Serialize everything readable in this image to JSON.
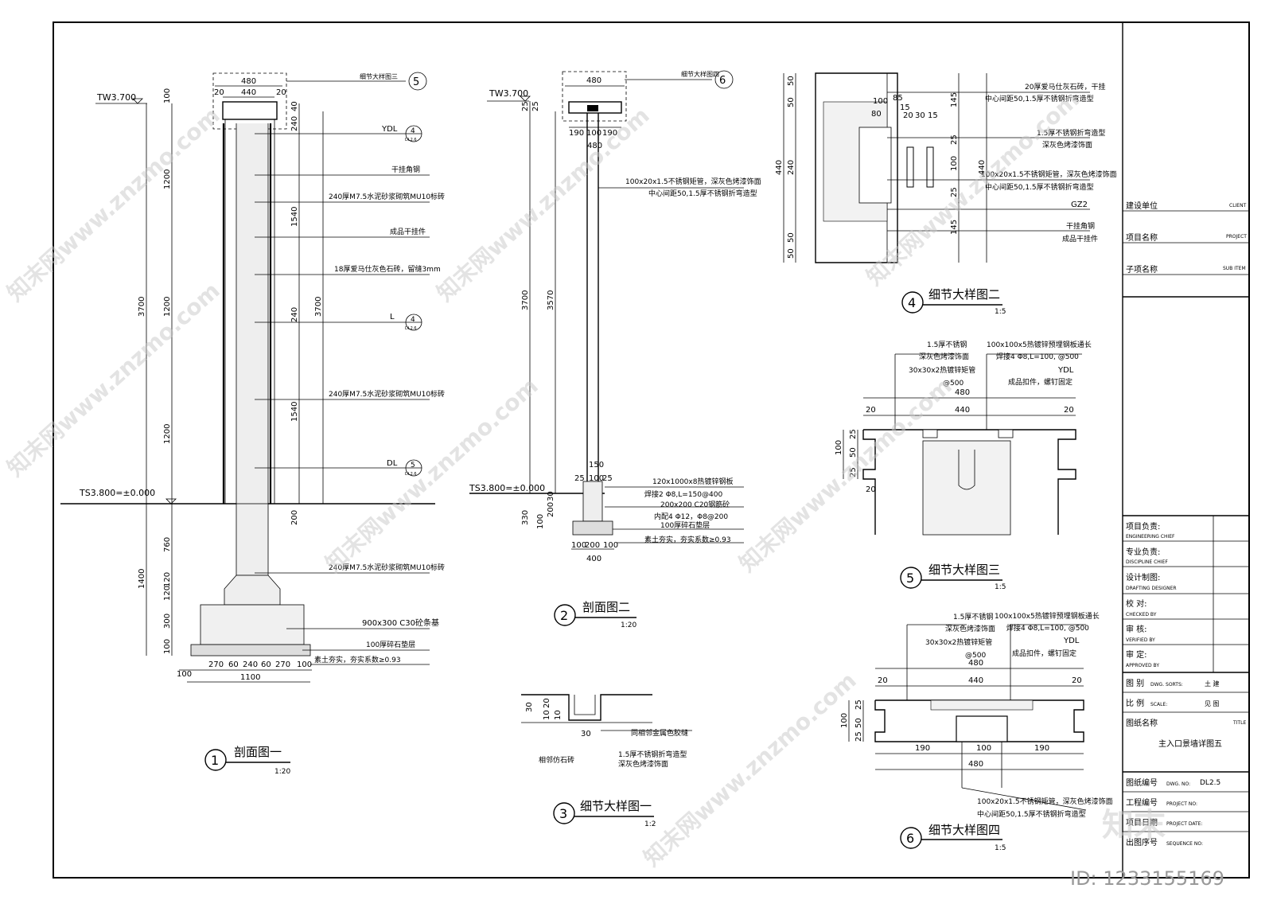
{
  "drawing": {
    "sec1": {
      "title": "剖面图一",
      "num": "1",
      "scale": "1:20",
      "elev_top": "TW3.700",
      "elev_base": "TS3.800=±0.000",
      "callout_detail": "细节大样图三",
      "callout_detail_num": "5",
      "top_dims": [
        "480",
        "440",
        "20",
        "20"
      ],
      "left_dims": [
        "100",
        "1200",
        "1200",
        "1200",
        "760",
        "120",
        "120",
        "300",
        "100"
      ],
      "overall_left": [
        "3700",
        "1400"
      ],
      "right_dims": [
        "40",
        "240",
        "1540",
        "240",
        "1540",
        "200",
        "3700"
      ],
      "bottom_dims": [
        "100",
        "270",
        "60",
        "240",
        "60",
        "270",
        "100"
      ],
      "bottom_total": "1100",
      "labels": [
        "YDL",
        "干挂角钢",
        "240厚M7.5水泥砂浆砌筑MU10标砖",
        "成品干挂件",
        "18厚爱马仕灰色石砖，留缝3mm",
        "L",
        "240厚M7.5水泥砂浆砌筑MU10标砖",
        "DL",
        "240厚M7.5水泥砂浆砌筑MU10标砖",
        "900x300  C30砼条基",
        "100厚碎石垫层",
        "素土夯实，夯实系数≥0.93"
      ],
      "tags": [
        {
          "num": "4",
          "sheet": "DL2.6"
        },
        {
          "num": "4",
          "sheet": "DL2.6"
        },
        {
          "num": "5",
          "sheet": "DL2.6"
        }
      ]
    },
    "sec2": {
      "title": "剖面图二",
      "num": "2",
      "scale": "1:20",
      "elev_top": "TW3.700",
      "elev_base": "TS3.800=±0.000",
      "callout_detail": "细节大样图四",
      "callout_detail_num": "6",
      "top_dims": [
        "480",
        "190",
        "100",
        "190",
        "480"
      ],
      "left_dims": [
        "25",
        "25",
        "3700",
        "3570",
        "330",
        "100",
        "200",
        "30"
      ],
      "small_dims": [
        "150",
        "25",
        "100",
        "25"
      ],
      "bottom_dims": [
        "100",
        "200",
        "100"
      ],
      "bottom_total": "400",
      "labels": [
        "100x20x1.5不锈钢矩管，深灰色烤漆饰面",
        "中心间距50,1.5厚不锈钢折弯造型",
        "120x1000x8热镀锌钢板",
        "焊接2 Φ8,L=150@400",
        "200x200  C20钢筋砼",
        "内配4 Φ12，Φ8@200",
        "100厚碎石垫层",
        "素土夯实，夯实系数≥0.93"
      ]
    },
    "det1": {
      "title": "细节大样图一",
      "num": "3",
      "scale": "1:2",
      "dims": [
        "30",
        "20",
        "10",
        "10",
        "30"
      ],
      "labels": [
        "同相邻金属色胶缝",
        "相邻仿石砖",
        "1.5厚不锈钢折弯造型",
        "深灰色烤漆饰面"
      ]
    },
    "det2": {
      "title": "细节大样图二",
      "num": "4",
      "scale": "1:5",
      "left_dims": [
        "50",
        "50",
        "240",
        "50",
        "50",
        "440"
      ],
      "top_dims": [
        "100",
        "85",
        "15",
        "80",
        "20",
        "30",
        "15"
      ],
      "right_dims": [
        "145",
        "25",
        "100",
        "25",
        "145",
        "440"
      ],
      "labels": [
        "20厚爱马仕灰石砖，干挂",
        "中心间距50,1.5厚不锈钢折弯造型",
        "1.5厚不锈钢折弯造型",
        "深灰色烤漆饰面",
        "100x20x1.5不锈钢矩管，深灰色烤漆饰面",
        "中心间距50,1.5厚不锈钢折弯造型",
        "GZ2",
        "干挂角钢",
        "成品干挂件"
      ]
    },
    "det3": {
      "title": "细节大样图三",
      "num": "5",
      "scale": "1:5",
      "labels_left": [
        "1.5厚不锈钢",
        "深灰色烤漆饰面",
        "30x30x2热镀锌矩管",
        "@500"
      ],
      "labels_right": [
        "100x100x5热镀锌预埋钢板通长",
        "焊接4 Φ8,L=100, @500",
        "YDL",
        "成品扣件，螺钉固定"
      ],
      "top_dims": [
        "480",
        "20",
        "440",
        "20"
      ],
      "left_dims": [
        "100",
        "25",
        "50",
        "25",
        "20"
      ]
    },
    "det4": {
      "title": "细节大样图四",
      "num": "6",
      "scale": "1:5",
      "labels_left": [
        "1.5厚不锈钢",
        "深灰色烤漆饰面",
        "30x30x2热镀锌矩管",
        "@500"
      ],
      "labels_right": [
        "100x100x5热镀锌预埋钢板通长",
        "焊接4 Φ8,L=100, @500",
        "YDL",
        "成品扣件，螺钉固定"
      ],
      "top_dims": [
        "480",
        "20",
        "440",
        "20"
      ],
      "left_dims": [
        "100",
        "25",
        "50",
        "25"
      ],
      "bottom_dims": [
        "190",
        "100",
        "190",
        "480"
      ],
      "bottom_labels": [
        "100x20x1.5不锈钢矩管，深灰色烤漆饰面",
        "中心间距50,1.5厚不锈钢折弯造型"
      ]
    }
  },
  "title_block": {
    "client_cn": "建设单位",
    "client_en": "CLIENT",
    "project_cn": "项目名称",
    "project_en": "PROJECT",
    "subitem_cn": "子项名称",
    "subitem_en": "SUB ITEM",
    "roles": [
      {
        "cn": "项目负责:",
        "en": "ENGINEERING CHIEF"
      },
      {
        "cn": "专业负责:",
        "en": "DISCIPLINE CHIEF"
      },
      {
        "cn": "设计制图:",
        "en": "DRAFTING DESIGNER"
      },
      {
        "cn": "校    对:",
        "en": "CHECKED BY"
      },
      {
        "cn": "审    核:",
        "en": "VERIFIED BY"
      },
      {
        "cn": "审    定:",
        "en": "APPROVED BY"
      }
    ],
    "dwg_sort_cn": "图  别",
    "dwg_sort_en": "DWG. SORTS:",
    "dwg_sort_val": "土  建",
    "scale_cn": "比  例",
    "scale_en": "SCALE:",
    "scale_val": "见  图",
    "title_cn": "图纸名称",
    "title_en": "TITLE",
    "title_val": "主入口景墙详图五",
    "dwg_no_cn": "图纸编号",
    "dwg_no_en": "DWG. NO:",
    "dwg_no_val": "DL2.5",
    "proj_no_cn": "工程编号",
    "proj_no_en": "PROJECT NO:",
    "date_cn": "项目日期",
    "date_en": "PROJECT DATE:",
    "seq_cn": "出图序号",
    "seq_en": "SEQUENCE NO:"
  },
  "watermark": {
    "text": "知末网www.znzmo.com",
    "logo": "知末",
    "id": "ID: 1233155169"
  }
}
